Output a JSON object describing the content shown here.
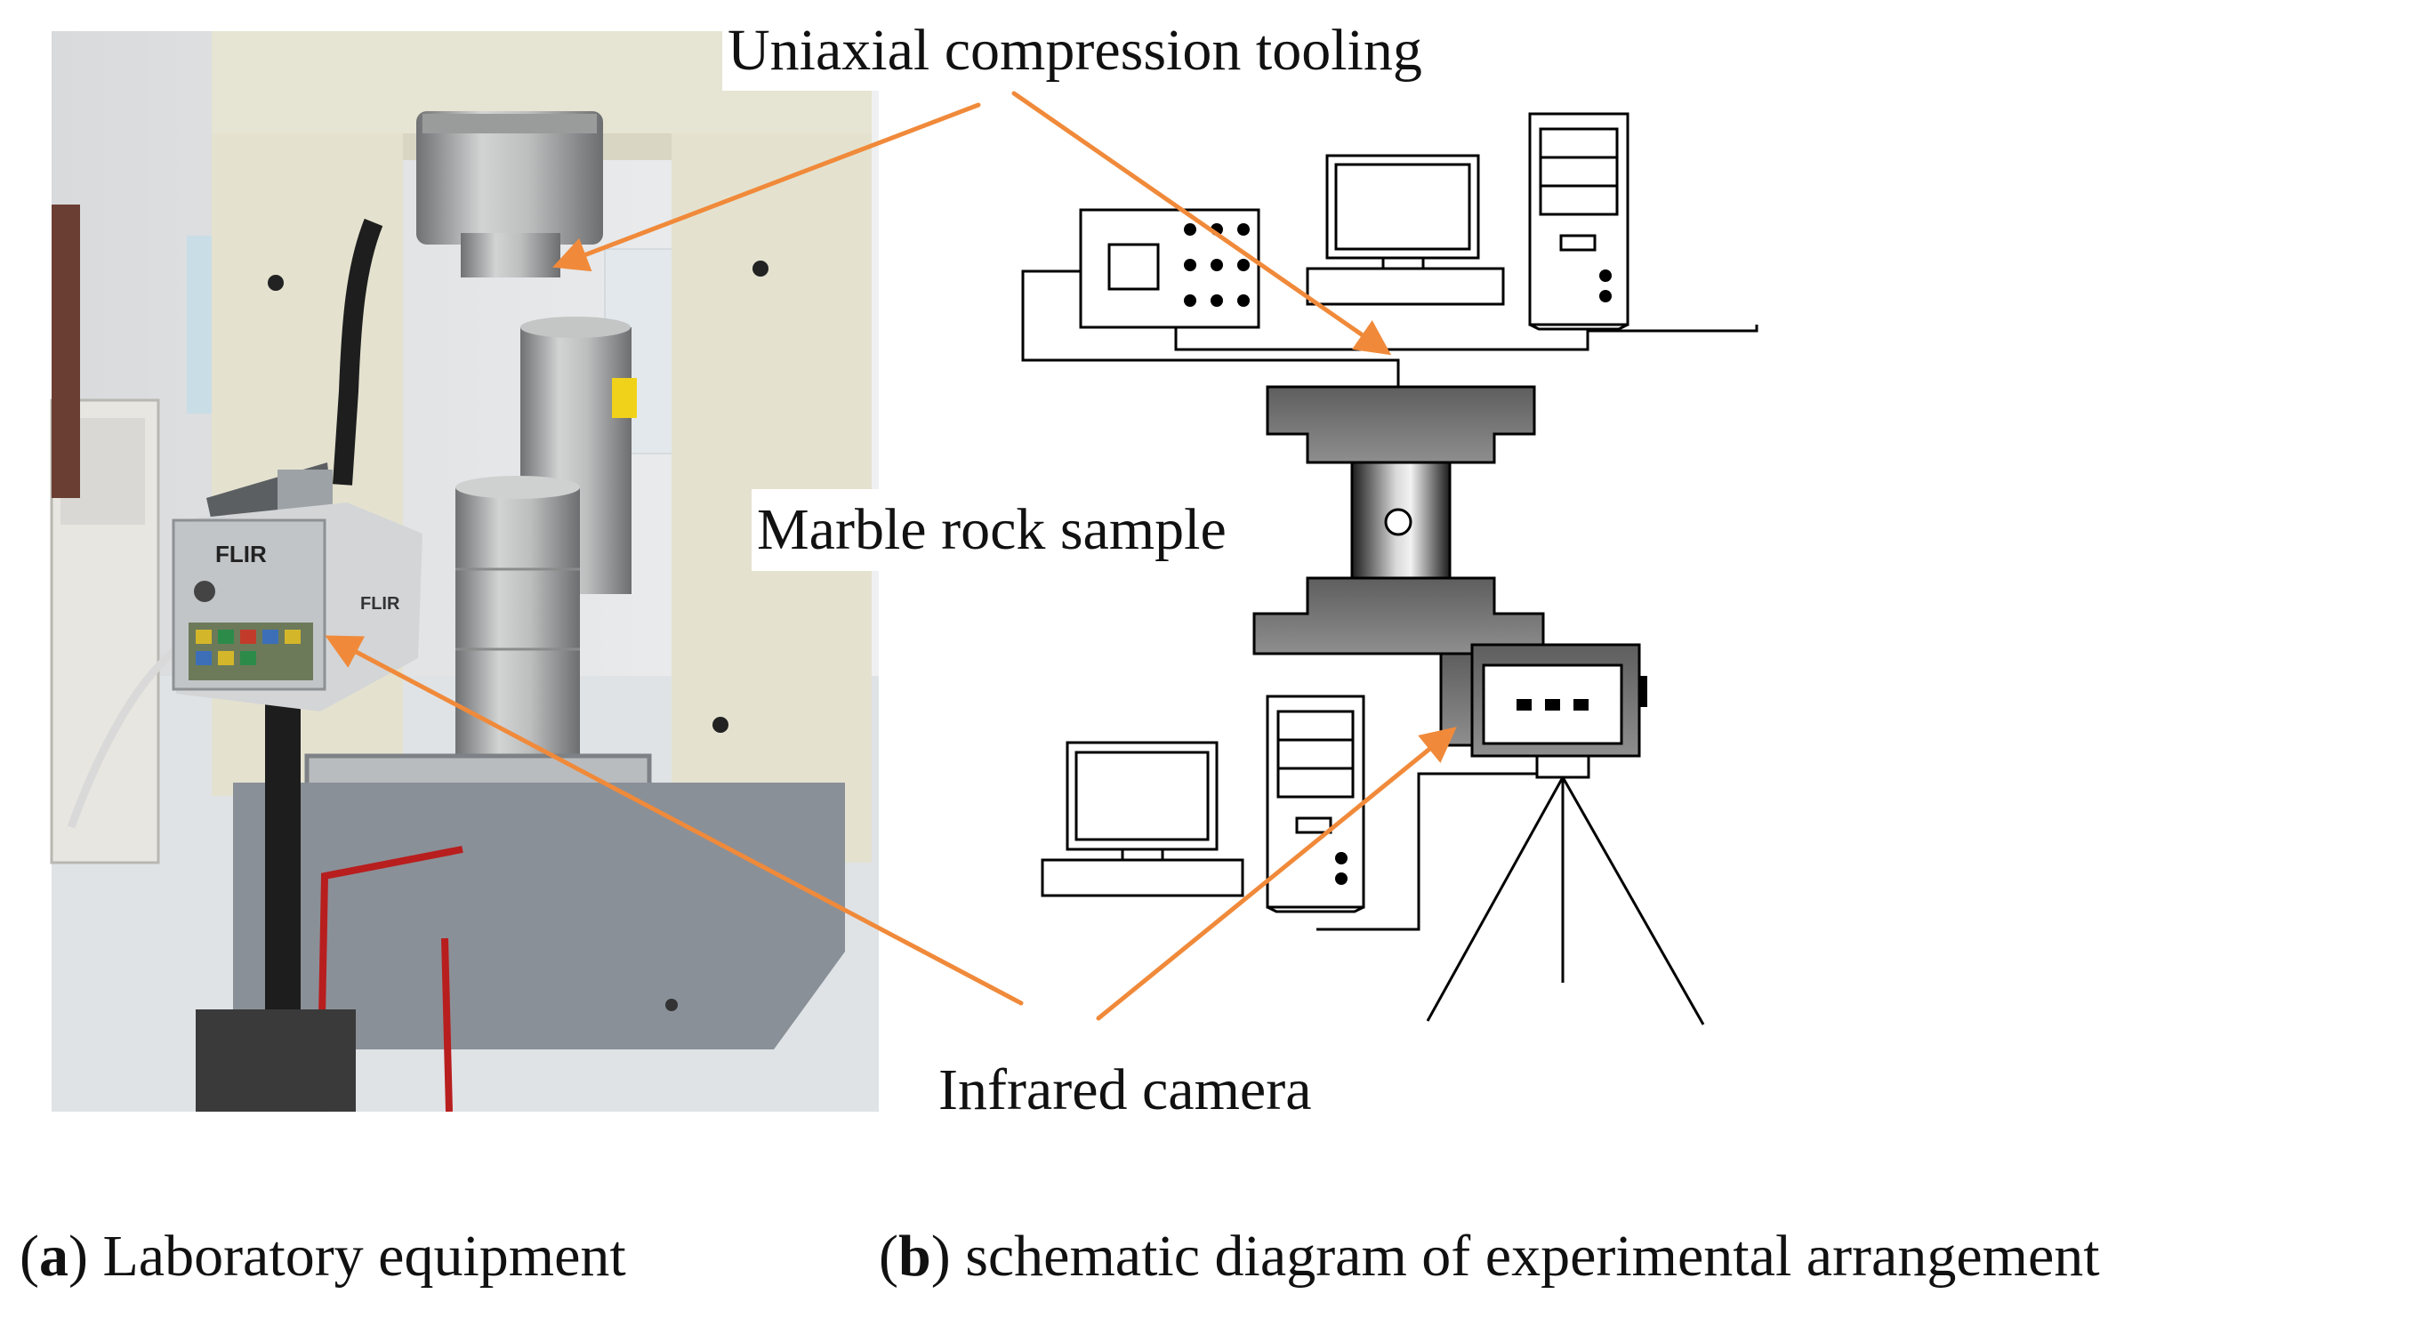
{
  "labels": {
    "tooling": "Uniaxial compression tooling",
    "sample": "Marble rock sample",
    "camera": "Infrared camera"
  },
  "captions": {
    "a_letter": "a",
    "a_text": "Laboratory equipment",
    "b_letter": "b",
    "b_text": "schematic diagram of experimental arrangement"
  },
  "photo_text": {
    "brand": "FLIR"
  },
  "colors": {
    "arrow": "#f08a3a",
    "frame": "#e4e2cf",
    "steel": "#a9aaa8",
    "base": "#8a9098",
    "camera_body": "#d3d5d7"
  }
}
